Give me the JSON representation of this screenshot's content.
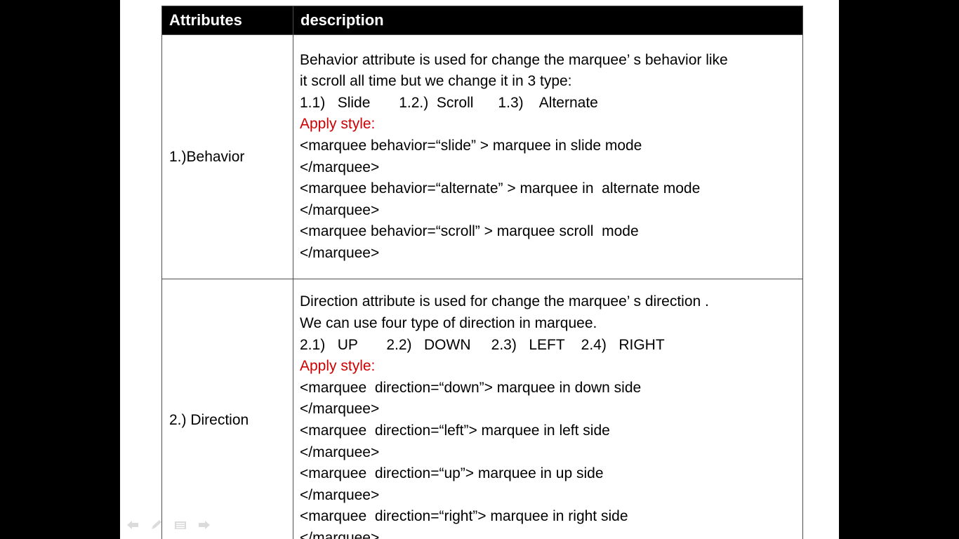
{
  "table": {
    "headers": [
      "Attributes",
      "description"
    ],
    "rows": [
      {
        "attribute": "1.)Behavior",
        "lines": [
          {
            "text": "Behavior attribute is used for change the marquee’ s behavior like",
            "style": "normal"
          },
          {
            "text": "it scroll all time but we change it in 3 type:",
            "style": "normal"
          },
          {
            "text": "1.1)   Slide       1.2.)  Scroll      1.3)    Alternate",
            "style": "normal"
          },
          {
            "text": "Apply style:",
            "style": "highlight"
          },
          {
            "text": "<marquee behavior=“slide” > marquee in slide mode",
            "style": "normal"
          },
          {
            "text": "</marquee>",
            "style": "normal"
          },
          {
            "text": "<marquee behavior=“alternate” > marquee in  alternate mode",
            "style": "normal"
          },
          {
            "text": "</marquee>",
            "style": "normal"
          },
          {
            "text": "<marquee behavior=“scroll” > marquee scroll  mode",
            "style": "normal"
          },
          {
            "text": "</marquee>",
            "style": "normal"
          }
        ]
      },
      {
        "attribute": "2.) Direction",
        "lines": [
          {
            "text": "Direction attribute is used for change the marquee’ s direction .",
            "style": "normal"
          },
          {
            "text": "We can use four type of direction in marquee.",
            "style": "normal"
          },
          {
            "text": "2.1)   UP       2.2)   DOWN     2.3)   LEFT    2.4)   RIGHT",
            "style": "normal"
          },
          {
            "text": "Apply style:",
            "style": "highlight"
          },
          {
            "text": "<marquee  direction=“down”> marquee in down side",
            "style": "normal"
          },
          {
            "text": "</marquee>",
            "style": "normal"
          },
          {
            "text": "<marquee  direction=“left”> marquee in left side",
            "style": "normal"
          },
          {
            "text": "</marquee>",
            "style": "normal"
          },
          {
            "text": "<marquee  direction=“up”> marquee in up side",
            "style": "normal"
          },
          {
            "text": "</marquee>",
            "style": "normal"
          },
          {
            "text": "<marquee  direction=“right”> marquee in right side",
            "style": "normal"
          },
          {
            "text": "</marquee>",
            "style": "normal"
          }
        ]
      }
    ]
  },
  "colors": {
    "highlight": "#cc0000",
    "header_bg": "#000000",
    "header_text": "#ffffff"
  },
  "nav_controls": [
    {
      "icon": "arrow-left-icon"
    },
    {
      "icon": "pen-icon"
    },
    {
      "icon": "menu-icon"
    },
    {
      "icon": "arrow-right-icon"
    }
  ]
}
